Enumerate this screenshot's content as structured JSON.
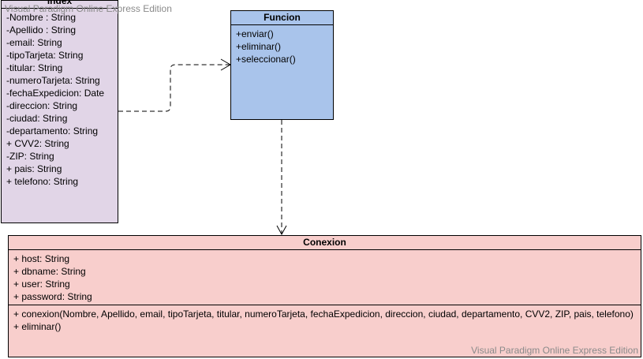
{
  "classes": {
    "index": {
      "name": "Index",
      "attributes": [
        "-Nombre : String",
        "-Apellido : String",
        "-email: String",
        "-tipoTarjeta: String",
        "-titular: String",
        "-numeroTarjeta: String",
        "-fechaExpedicion: Date",
        "-direccion: String",
        "-ciudad: String",
        "-departamento: String",
        "+ CVV2: String",
        "-ZIP: String",
        "+ pais: String",
        "+ telefono: String"
      ],
      "color": "#e1d5e7"
    },
    "funcion": {
      "name": "Funcion",
      "operations": [
        "+enviar()",
        "+eliminar()",
        "+seleccionar()"
      ],
      "color": "#a9c4eb"
    },
    "conexion": {
      "name": "Conexion",
      "attributes": [
        "+ host: String",
        "+ dbname: String",
        "+ user: String",
        "+ password: String"
      ],
      "operations": [
        "+ conexion(Nombre, Apellido, email, tipoTarjeta, titular, numeroTarjeta, fechaExpedicion, direccion, ciudad, departamento, CVV2, ZIP, pais, telefono)",
        "+ eliminar()"
      ],
      "color": "#f8cecc"
    }
  },
  "relations": [
    {
      "from": "Index",
      "to": "Funcion",
      "type": "dependency"
    },
    {
      "from": "Funcion",
      "to": "Conexion",
      "type": "dependency"
    }
  ],
  "watermark": {
    "top": "Visual Paradigm Online Express Edition",
    "bottom": "Visual Paradigm Online Express Edition"
  }
}
